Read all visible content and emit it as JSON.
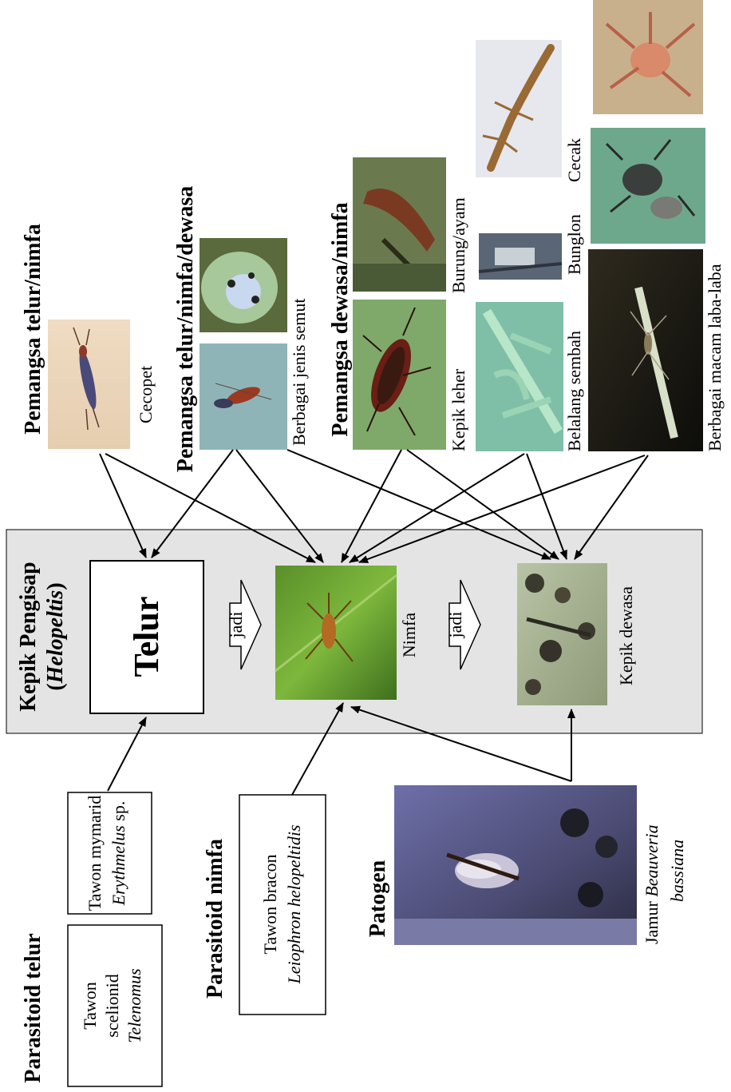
{
  "predators": {
    "egg_nymph_heading": "Pemangsa telur/nimfa",
    "egg_nymph_adult_heading": "Pemangsa telur/nimfa/dewasa",
    "adult_nymph_heading": "Pemangsa dewasa/nimfa",
    "earwig": "Cecopet",
    "ants": "Berbagai jenis semut",
    "assassin_bug": "Kepik leher",
    "birds": "Burung/ayam",
    "mantis": "Belalang sembah",
    "chameleon": "Bunglon",
    "gecko": "Cecak",
    "spiders": "Berbagai macam laba-laba"
  },
  "pest_box": {
    "title": "Kepik Pengisap",
    "genus": "Helopeltis",
    "egg": "Telur",
    "nymph": "Nimfa",
    "adult": "Kepik dewasa",
    "becomes_1": "jadi",
    "becomes_2": "jadi"
  },
  "parasitoids": {
    "egg_heading": "Parasitoid telur",
    "wasp_1_line1": "Tawon",
    "wasp_1_line2": "scelionid",
    "wasp_1_species": "Telenomus",
    "wasp_2_line1": "Tawon mymarid",
    "wasp_2_genus": "Erythmelus",
    "wasp_2_sp": " sp.",
    "nymph_heading": "Parasitoid nimfa",
    "wasp_3_line1": "Tawon bracon",
    "wasp_3_species": "Leiophron helopeltidis"
  },
  "pathogen": {
    "heading": "Patogen",
    "fungus_prefix": "Jamur ",
    "fungus_genus": "Beauveria",
    "fungus_species": "bassiana"
  }
}
